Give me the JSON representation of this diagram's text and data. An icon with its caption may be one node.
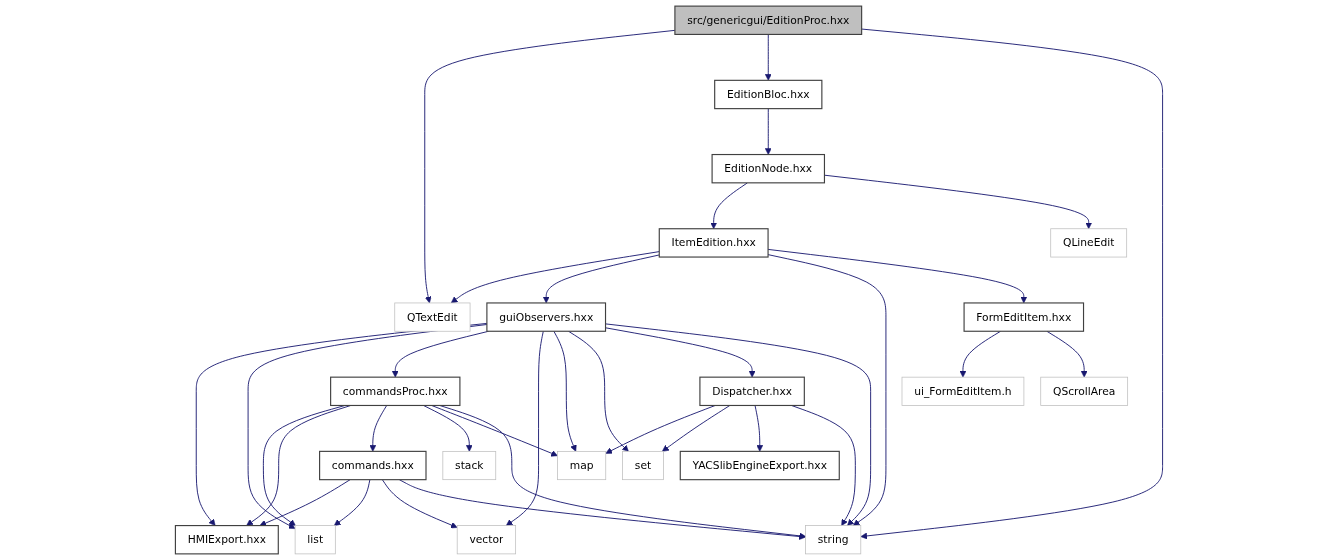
{
  "diagram": {
    "nodes": [
      {
        "text": [
          "src/genericgui/EditionProc.hxx"
        ]
      },
      {
        "text": [
          "EditionBloc.hxx"
        ]
      },
      {
        "text": [
          "EditionNode.hxx"
        ]
      },
      {
        "text": [
          "ItemEdition.hxx"
        ]
      },
      {
        "text": [
          "QLineEdit"
        ]
      },
      {
        "text": [
          "QTextEdit"
        ]
      },
      {
        "text": [
          "guiObservers.hxx"
        ]
      },
      {
        "text": [
          "FormEditItem.hxx"
        ]
      },
      {
        "text": [
          "commandsProc.hxx"
        ]
      },
      {
        "text": [
          "Dispatcher.hxx"
        ]
      },
      {
        "text": [
          "ui_FormEditItem.h"
        ]
      },
      {
        "text": [
          "QScrollArea"
        ]
      },
      {
        "text": [
          "commands.hxx"
        ]
      },
      {
        "text": [
          "stack"
        ]
      },
      {
        "text": [
          "map"
        ]
      },
      {
        "text": [
          "set"
        ]
      },
      {
        "text": [
          "YACSlibEngineExport.hxx"
        ]
      },
      {
        "text": [
          "HMIExport.hxx"
        ]
      },
      {
        "text": [
          "list"
        ]
      },
      {
        "text": [
          "vector"
        ]
      },
      {
        "text": [
          "string"
        ]
      }
    ],
    "edges": [
      {
        "from": 0,
        "to": 5,
        "arrow": "to"
      },
      {
        "from": 0,
        "to": 1,
        "arrow": "to"
      },
      {
        "from": 0,
        "to": 20,
        "arrow": "to"
      },
      {
        "from": 1,
        "to": 2,
        "arrow": "to"
      },
      {
        "from": 2,
        "to": 3,
        "arrow": "to"
      },
      {
        "from": 2,
        "to": 4,
        "arrow": "to"
      },
      {
        "from": 3,
        "to": 5,
        "arrow": "to"
      },
      {
        "from": 3,
        "to": 6,
        "arrow": "to"
      },
      {
        "from": 3,
        "to": 20,
        "arrow": "to"
      },
      {
        "from": 3,
        "to": 7,
        "arrow": "to"
      },
      {
        "from": 6,
        "to": 17,
        "arrow": "to"
      },
      {
        "from": 6,
        "to": 18,
        "arrow": "to"
      },
      {
        "from": 6,
        "to": 8,
        "arrow": "to"
      },
      {
        "from": 6,
        "to": 19,
        "arrow": "to"
      },
      {
        "from": 6,
        "to": 14,
        "arrow": "to"
      },
      {
        "from": 6,
        "to": 15,
        "arrow": "to"
      },
      {
        "from": 6,
        "to": 9,
        "arrow": "to"
      },
      {
        "from": 6,
        "to": 20,
        "arrow": "to"
      },
      {
        "from": 7,
        "to": 10,
        "arrow": "to"
      },
      {
        "from": 7,
        "to": 11,
        "arrow": "to"
      },
      {
        "from": 8,
        "to": 18,
        "arrow": "to"
      },
      {
        "from": 8,
        "to": 17,
        "arrow": "to"
      },
      {
        "from": 8,
        "to": 12,
        "arrow": "to"
      },
      {
        "from": 8,
        "to": 13,
        "arrow": "to"
      },
      {
        "from": 8,
        "to": 14,
        "arrow": "to"
      },
      {
        "from": 8,
        "to": 20,
        "arrow": "to"
      },
      {
        "from": 9,
        "to": 14,
        "arrow": "to"
      },
      {
        "from": 9,
        "to": 15,
        "arrow": "to"
      },
      {
        "from": 9,
        "to": 16,
        "arrow": "to"
      },
      {
        "from": 9,
        "to": 20,
        "arrow": "to"
      },
      {
        "from": 12,
        "to": 17,
        "arrow": "to"
      },
      {
        "from": 12,
        "to": 18,
        "arrow": "to"
      },
      {
        "from": 12,
        "to": 19,
        "arrow": "to"
      },
      {
        "from": 12,
        "to": 20,
        "arrow": "to"
      }
    ]
  }
}
